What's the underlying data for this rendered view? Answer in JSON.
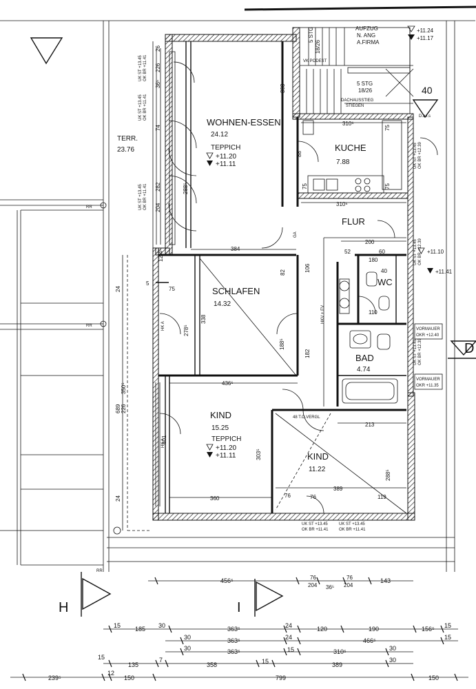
{
  "rooms": {
    "wohnen": {
      "name": "WOHNEN-ESSEN",
      "area": "24.12",
      "floor": "TEPPICH",
      "lvl1": "+11.20",
      "lvl2": "+11.11"
    },
    "kueche": {
      "name": "KUCHE",
      "area": "7.88"
    },
    "flur": {
      "name": "FLUR"
    },
    "schlafen": {
      "name": "SCHLAFEN",
      "area": "14.32"
    },
    "kind1": {
      "name": "KIND",
      "area": "15.25",
      "floor": "TEPPICH",
      "lvl1": "+11.20",
      "lvl2": "+11.11"
    },
    "kind2": {
      "name": "KIND",
      "area": "11.22"
    },
    "bad": {
      "name": "BAD",
      "area": "4.74"
    },
    "wc": {
      "name": "WC"
    },
    "terr": {
      "name": "TERR.",
      "area": "23.76"
    }
  },
  "stair": {
    "aufzug": "AUFZUG",
    "ang": "N. ANG",
    "firma": "A.FIRMA",
    "stg1": "5 STG",
    "stg2": "18/26",
    "stg3": "5 STG",
    "stg4": "18/26",
    "podest": "VK PODEST",
    "dach": "DACHAUSSTIEG",
    "steig": "STIEGEN",
    "stair_no": "40",
    "lvl_a": "+11.24",
    "lvl_b": "+11.17",
    "dals": "D.a.l.s"
  },
  "levels": {
    "flur_a": "+11.10",
    "flur_b": "+11.41",
    "vorm1_t": "VORMAUER",
    "vorm1_v": "OKR +12.40",
    "vorm2_t": "VORMAUER",
    "vorm2_v": "OKR +11.35",
    "tvergl": "48 T.O.VERGL",
    "hkv": "HKV + EV"
  },
  "notes": {
    "ukst1": "UK ST +13.45",
    "okbr1": "OK BR +11.41",
    "ukst2": "UK ST +13.45",
    "okbr2": "OK BR +11.41",
    "ukst3": "UK ST +13.45",
    "okbr3": "OK BR +11.41",
    "ukst4": "UK ST +13.45",
    "okbr4": "OK BR +11.41",
    "ukst5": "UK ST +13.45",
    "okbr5": "OK BR +12.39",
    "ukst6": "UK ST +13.45",
    "okbr6": "OK BR +12.39",
    "ukst7": "UK ST +13.45",
    "okbr7": "OK BR +12.39",
    "hk1": "HK A",
    "hk2": "HK A",
    "rr1": "RR",
    "rr2": "RR",
    "rr3": "RR",
    "ga": "GA"
  },
  "dims_inner": {
    "d310a": "310⁶",
    "d310b": "310⁶",
    "d384": "384",
    "d436": "436⁵",
    "d360": "360",
    "d389": "389",
    "d213": "213",
    "d200": "200",
    "d180": "180",
    "d303": "303",
    "d338": "338",
    "d303b": "303⁵",
    "d288": "288⁵",
    "d278": "278⁵",
    "d288b": "288⁵",
    "d401": "401",
    "d188": "188⁵",
    "d75a": "75",
    "d75b": "75",
    "d75c": "75",
    "d75d": "75",
    "d106": "106",
    "d182": "182",
    "d88": "88",
    "d82": "82",
    "d76a": "76",
    "d76b": "76",
    "d119": "119",
    "d110": "110",
    "d52": "52",
    "d60": "60",
    "d40": "40",
    "d12": "12.4⁵",
    "d5": "5",
    "d24a": "24",
    "d24b": "24",
    "d689": "689",
    "d226": "226",
    "d350": "350⁵",
    "d282": "282",
    "d204": "204",
    "d74": "74",
    "d226b": "226",
    "d36": "36⁵",
    "d26": "26"
  },
  "section_marks": {
    "h": "H",
    "i": "I",
    "d": "D"
  },
  "dims_outer": {
    "row1": [
      "456⁵",
      "76",
      "204",
      "36⁵",
      "76",
      "204",
      "143"
    ],
    "row2": [
      "15",
      "185",
      "30",
      "363⁵",
      "24",
      "120",
      "190",
      "156⁵",
      "15"
    ],
    "row3": [
      "30",
      "363⁵",
      "24",
      "466⁵",
      "15"
    ],
    "row4": [
      "30",
      "363⁵",
      "15",
      "310⁵",
      "30"
    ],
    "row5": [
      "15",
      "135",
      "7",
      "358",
      "15",
      "389",
      "30"
    ],
    "row6": [
      "239⁵",
      "12",
      "150",
      "799",
      "150"
    ]
  }
}
